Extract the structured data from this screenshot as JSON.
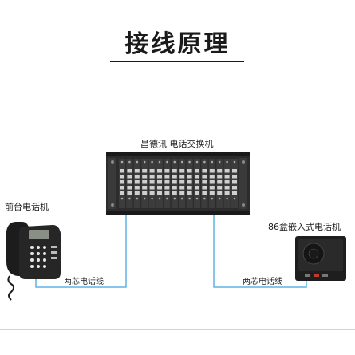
{
  "title": "接线原理",
  "labels": {
    "switch": "昌德讯 电话交换机",
    "front_desk_phone": "前台电话机",
    "embedded_phone": "86盒嵌入式电话机",
    "wire_left": "两芯电话线",
    "wire_right": "两芯电话线"
  },
  "colors": {
    "wire": "#5fb3e6",
    "chassis": "#2c2c2c",
    "text": "#222222"
  },
  "icons": [
    "switch-chassis-icon",
    "desk-telephone-icon",
    "wall-box-telephone-icon"
  ]
}
